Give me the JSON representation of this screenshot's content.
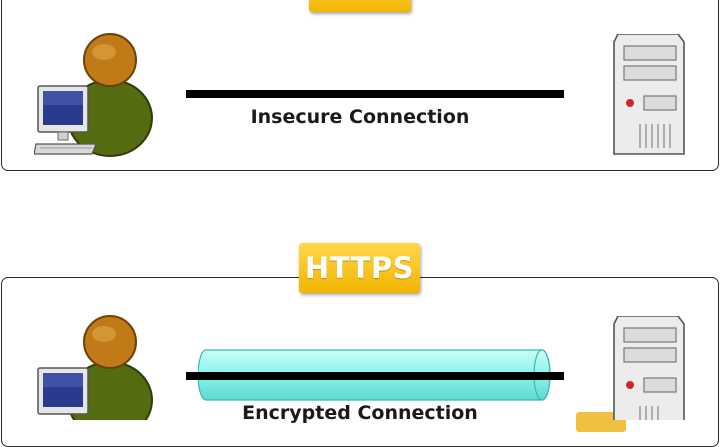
{
  "http_section": {
    "connection_label": "Insecure Connection"
  },
  "https_section": {
    "badge_label": "HTTPS",
    "connection_label": "Encrypted Connection"
  },
  "colors": {
    "badge": "#f5bb00",
    "tunnel": "#8ff5ec",
    "user_head": "#c07a18",
    "user_body": "#556b10",
    "line": "#000000"
  },
  "icons": {
    "client": "user-with-computer-icon",
    "server": "server-tower-icon",
    "tunnel": "encrypted-tunnel-icon"
  }
}
